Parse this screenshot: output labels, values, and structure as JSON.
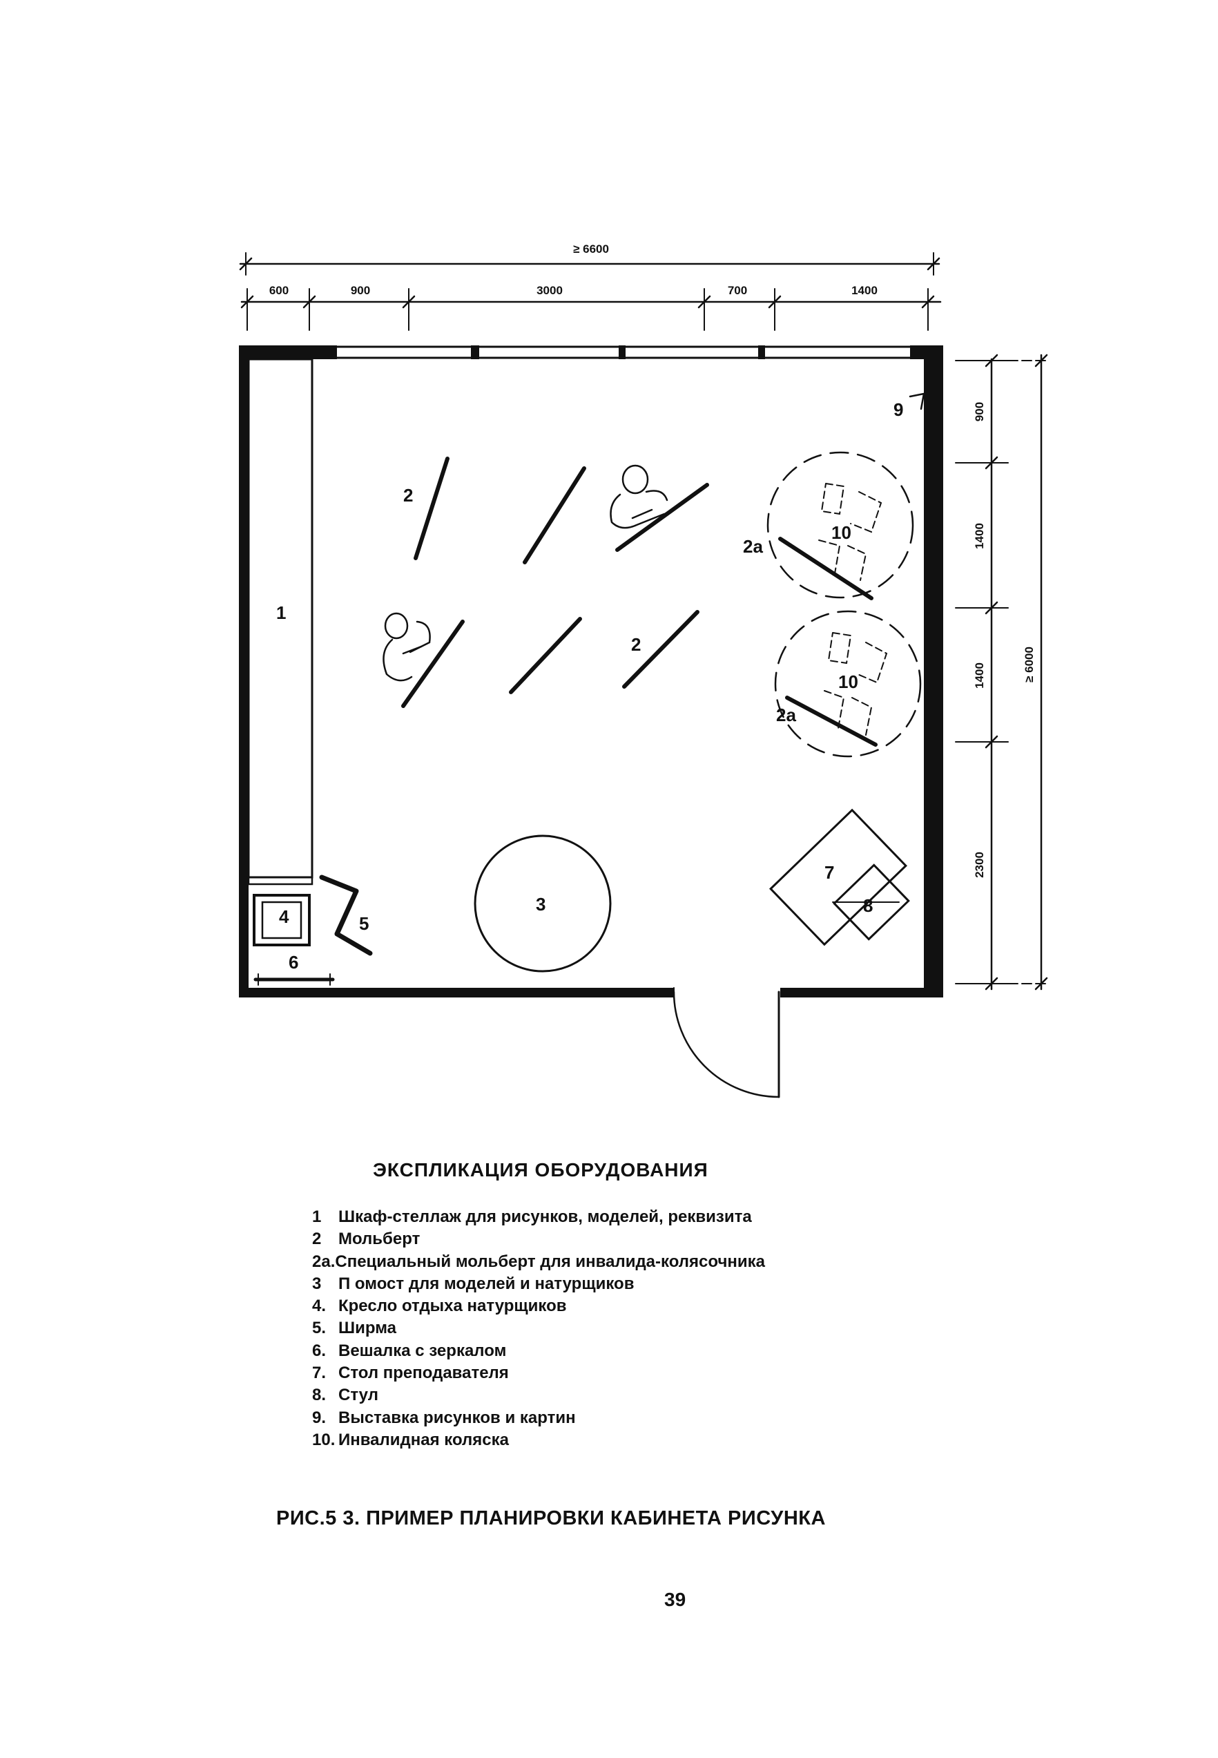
{
  "plan": {
    "dimensions_top": {
      "overall": "≥ 6600",
      "segments": [
        "600",
        "900",
        "3000",
        "700",
        "1400"
      ]
    },
    "dimensions_right": {
      "overall": "≥ 6000",
      "segments": [
        "900",
        "1400",
        "1400",
        "2300"
      ]
    },
    "labels": {
      "cabinet": "1",
      "easel_a": "2",
      "easel_b": "2",
      "special_easel_a": "2a",
      "special_easel_b": "2a",
      "podium": "3",
      "armchair": "4",
      "screen": "5",
      "hanger": "6",
      "teacher_table": "7",
      "chair": "8",
      "exhibition": "9",
      "wheelchair_a": "10",
      "wheelchair_b": "10"
    }
  },
  "legend": {
    "title": "ЭКСПЛИКАЦИЯ ОБОРУДОВАНИЯ",
    "items": [
      {
        "num": "1",
        "text": "Шкаф-стеллаж для рисунков, моделей, реквизита"
      },
      {
        "num": "2",
        "text": "Мольберт"
      },
      {
        "num": "2а.",
        "text": "Специальный мольберт для инвалида-колясочника"
      },
      {
        "num": "3",
        "text": "П омост для моделей и натурщиков"
      },
      {
        "num": "4.",
        "text": "Кресло отдыха натурщиков"
      },
      {
        "num": "5.",
        "text": "Ширма"
      },
      {
        "num": "6.",
        "text": "Вешалка с зеркалом"
      },
      {
        "num": "7.",
        "text": "Стол преподавателя"
      },
      {
        "num": "8.",
        "text": "Стул"
      },
      {
        "num": "9.",
        "text": "Выставка рисунков и картин"
      },
      {
        "num": "10.",
        "text": "Инвалидная коляска"
      }
    ]
  },
  "caption": "РИС.5 3. ПРИМЕР ПЛАНИРОВКИ КАБИНЕТА РИСУНКА",
  "page_number": "39"
}
